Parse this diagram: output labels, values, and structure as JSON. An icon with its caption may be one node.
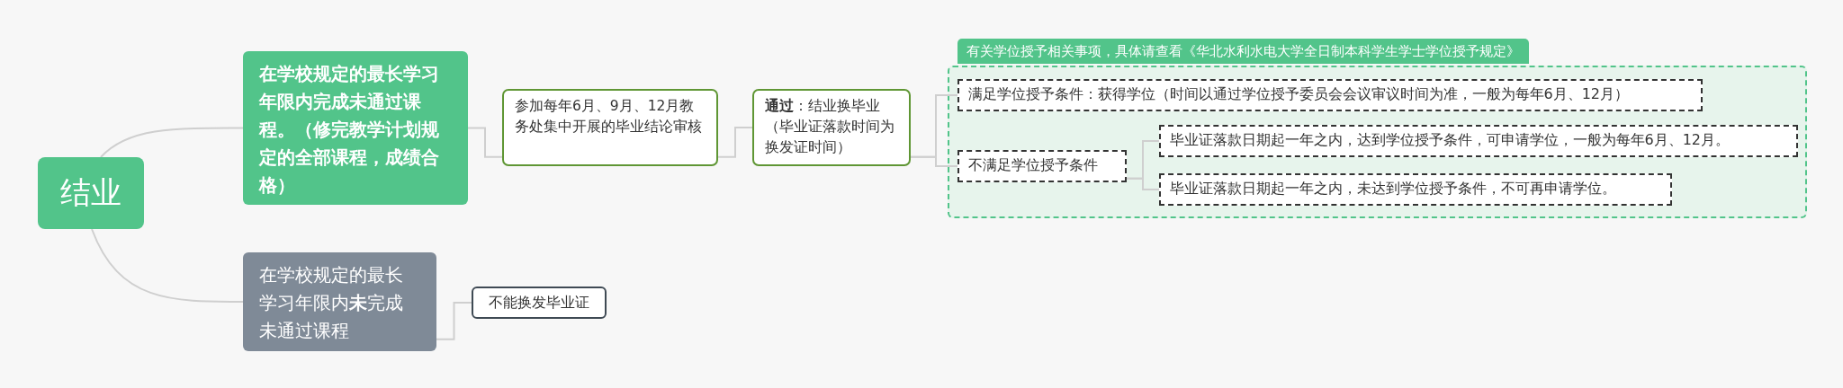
{
  "diagram": {
    "nodes": [
      {
        "text": [
          "结业"
        ]
      },
      {
        "text": [
          "在学校规定的最长学习年限内完成未通过课程。（修完教学计划规定的全部课程，成绩合格）"
        ]
      },
      {
        "text": [
          "参加每年6月、9月、12月教务处集中开展的毕业结论审核"
        ]
      },
      {
        "text": [
          "**通过**：结业换毕业（毕业证落款时间为换发证时间）"
        ]
      },
      {
        "text": [
          "有关学位授予相关事项，具体请查看《华北水利水电大学全日制本科学生学士学位授予规定》"
        ]
      },
      {
        "text": [
          "满足学位授予条件：获得学位（时间以通过学位授予委员会会议审议时间为准，一般为每年6月、12月）"
        ],
        "in": 4
      },
      {
        "text": [
          "不满足学位授予条件"
        ],
        "in": 4
      },
      {
        "text": [
          "毕业证落款日期起一年之内，达到学位授予条件，可申请学位，一般为每年6月、12月。"
        ],
        "in": 4
      },
      {
        "text": [
          "毕业证落款日期起一年之内，未达到学位授予条件，不可再申请学位。"
        ],
        "in": 4
      },
      {
        "text": [
          "在学校规定的最长学习年限内**未**完成未通过课程"
        ]
      },
      {
        "text": [
          "不能换发毕业证"
        ]
      }
    ],
    "edges": [
      {
        "from": 0,
        "to": 1,
        "arrow": "none"
      },
      {
        "from": 0,
        "to": 9,
        "arrow": "none"
      },
      {
        "from": 1,
        "to": 2,
        "arrow": "none"
      },
      {
        "from": 2,
        "to": 3,
        "arrow": "none"
      },
      {
        "from": 3,
        "to": 5,
        "arrow": "none"
      },
      {
        "from": 3,
        "to": 6,
        "arrow": "none"
      },
      {
        "from": 6,
        "to": 7,
        "arrow": "none"
      },
      {
        "from": 6,
        "to": 8,
        "arrow": "none"
      },
      {
        "from": 9,
        "to": 10,
        "arrow": "none"
      }
    ]
  }
}
